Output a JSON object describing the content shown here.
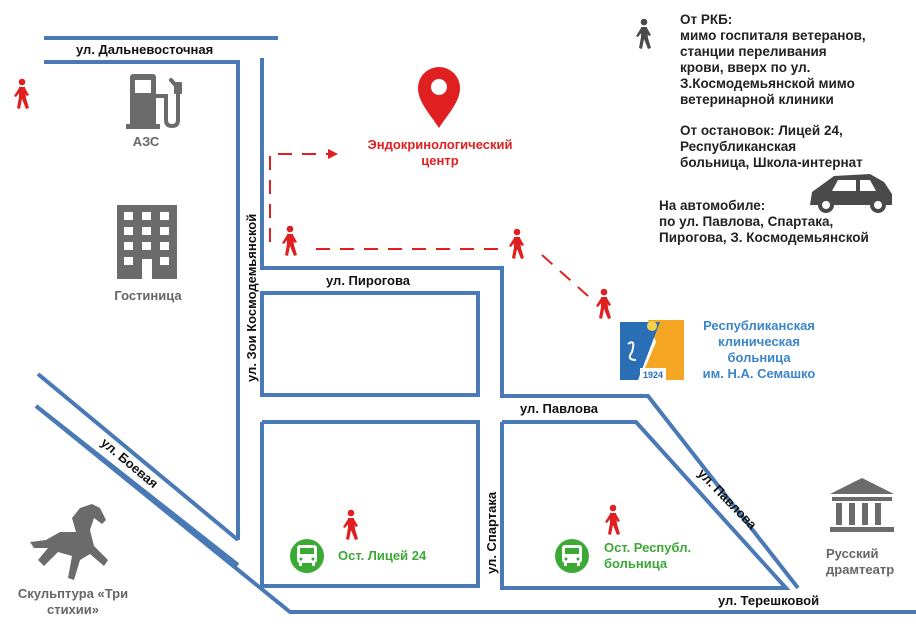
{
  "streets": {
    "dalnevostochnaya": "ул. Дальневосточная",
    "kosmodemyanskoy": "ул. Зои Космодемьянской",
    "pirogova": "ул. Пирогова",
    "pavlova_h": "ул. Павлова",
    "pavlova_diag": "ул. Павлова",
    "boevaya": "ул. Боевая",
    "spartaka": "ул. Спартака",
    "tereshkovoy": "ул. Терешковой"
  },
  "places": {
    "gas_station": "АЗС",
    "hotel": "Гостиница",
    "endocrinology": "Эндокринологический\nцентр",
    "hospital": "Республиканская\nклиническая\nбольница\nим. Н.А. Семашко",
    "hospital_logo_year": "1924",
    "stop_lyceum": "Ост. Лицей 24",
    "stop_hospital": "Ост. Республ.\nбольница",
    "theatre": "Русский\nдрамтеатр",
    "sculpture": "Скульптура «Три\nстихии»"
  },
  "directions": {
    "from_hospital": "От РКБ:\nмимо госпиталя ветеранов,\nстанции переливания\nкрови, вверх по ул.\nЗ.Космодемьянской мимо\nветеринарной клиники",
    "from_stops": "От остановок: Лицей 24,\nРеспубликанская\nбольница, Школа-интернат",
    "by_car": "На автомобиле:\nпо ул. Павлова, Спартака,\nПирогова, З. Космодемьянской"
  },
  "colors": {
    "road": "#4a7ab5",
    "route": "#e02020",
    "pedestrian": "#e02020",
    "pedestrian_legend": "#4a4a4a",
    "icon_gray": "#6b6b6b",
    "bus_stop": "#3aaa35",
    "hospital_text": "#3a86c8",
    "logo_orange": "#f5a623",
    "logo_blue": "#2a6fb5"
  },
  "icons": [
    "pedestrian-icon",
    "car-icon",
    "map-pin-icon",
    "gas-station-icon",
    "hotel-building-icon",
    "bus-icon",
    "theatre-icon",
    "horse-sculpture-icon",
    "hospital-logo-icon"
  ]
}
